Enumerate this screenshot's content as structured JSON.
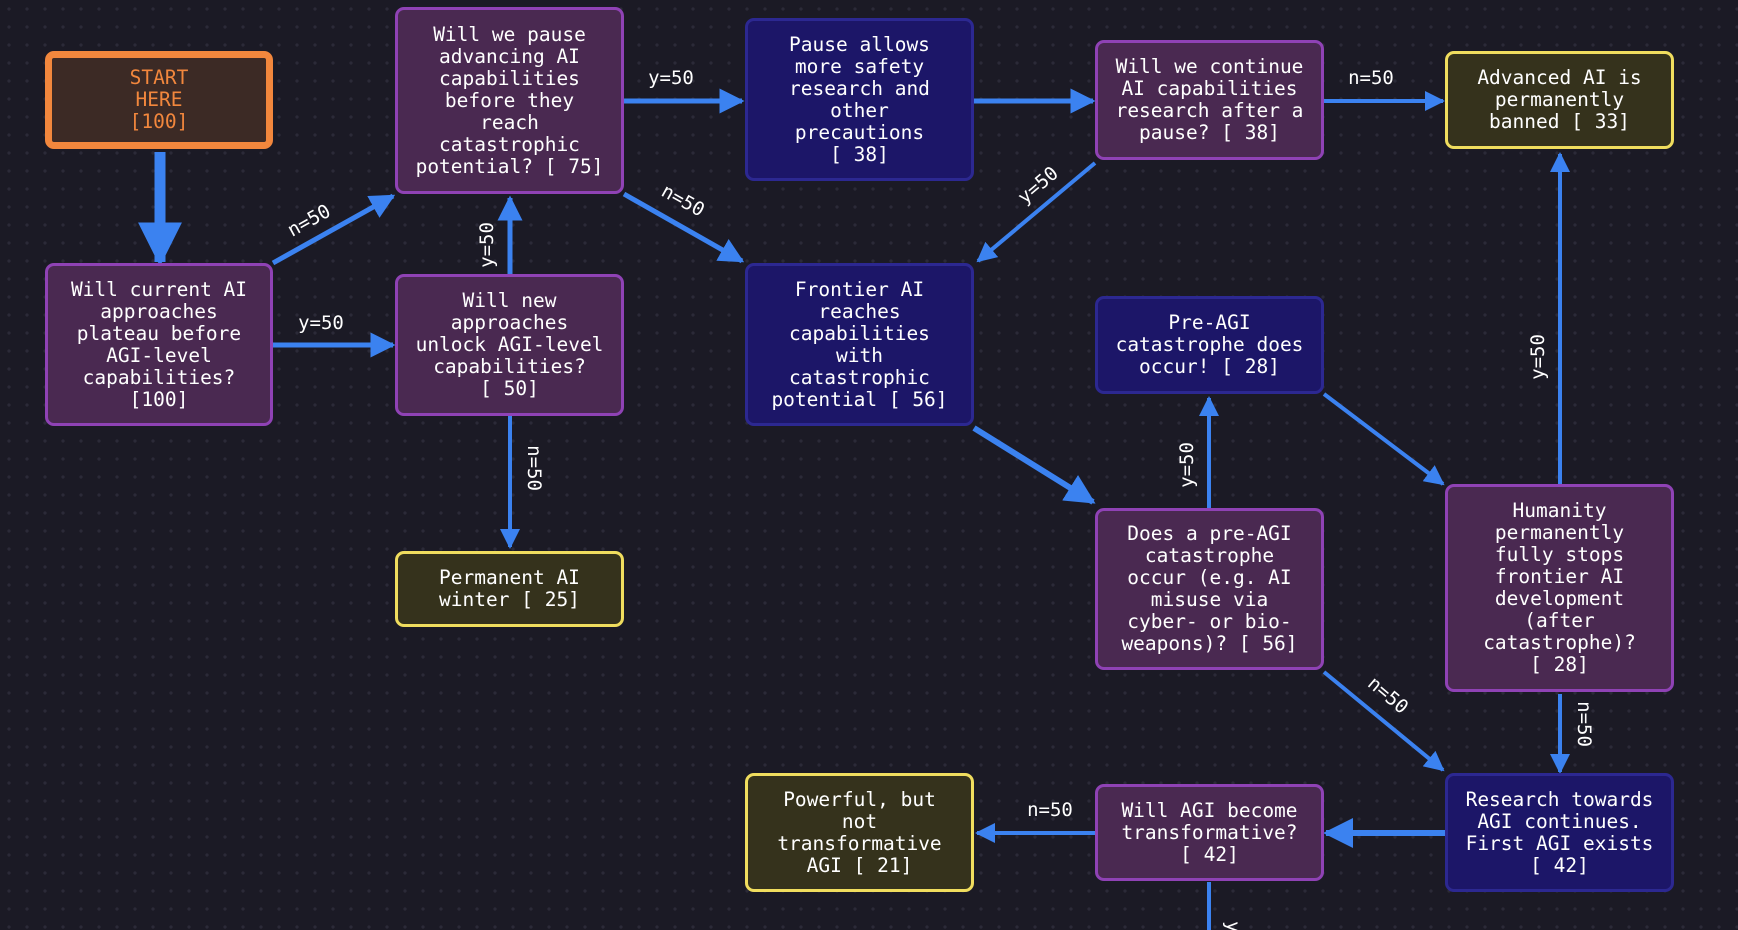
{
  "colors": {
    "background": "#1b1a25",
    "edge": "#3b82f0",
    "question_fill": "#4a2951",
    "question_border": "#8f42b5",
    "state_fill": "#1c1668",
    "state_border": "#2c2891",
    "outcome_fill": "#35321c",
    "outcome_border": "#f0dd5e",
    "start_border": "#f2873d"
  },
  "nodes": {
    "start": "START\nHERE\n[100]",
    "plateau": "Will current AI\napproaches\nplateau before\nAGI-level\ncapabilities?\n[100]",
    "pause": "Will we pause\nadvancing AI\ncapabilities\nbefore they\nreach\ncatastrophic\npotential? [ 75]",
    "new_approaches": "Will new\napproaches\nunlock AGI-level\ncapabilities?\n[ 50]",
    "ai_winter": "Permanent AI\nwinter [ 25]",
    "pause_allows": "Pause allows\nmore safety\nresearch and\nother\nprecautions\n[ 38]",
    "frontier": "Frontier AI\nreaches\ncapabilities\nwith\ncatastrophic\npotential [ 56]",
    "continue_research": "Will we continue\nAI capabilities\nresearch after a\npause? [ 38]",
    "banned": "Advanced AI is\npermanently\nbanned [ 33]",
    "catastrophe_occurs": "Pre-AGI\ncatastrophe does\noccur! [ 28]",
    "catastrophe_question": "Does a pre-AGI\ncatastrophe\noccur (e.g. AI\nmisuse via\ncyber- or bio-\nweapons)? [ 56]",
    "humanity_stops": "Humanity\npermanently\nfully stops\nfrontier AI\ndevelopment\n(after\ncatastrophe)?\n[ 28]",
    "research_continues": "Research towards\nAGI continues.\nFirst AGI exists\n[ 42]",
    "transformative": "Will AGI become\ntransformative?\n[ 42]",
    "powerful": "Powerful, but\nnot\ntransformative\nAGI [ 21]"
  },
  "edges": {
    "plateau_to_pause": "n=50",
    "plateau_to_new": "y=50",
    "new_to_pause": "y=50",
    "new_to_winter": "n=50",
    "pause_to_allows": "y=50",
    "pause_to_frontier": "n=50",
    "continue_to_banned": "n=50",
    "continue_to_frontier": "y=50",
    "catq_to_occurs": "y=50",
    "catq_to_research": "n=50",
    "stops_to_banned": "y=50",
    "stops_to_research": "n=50",
    "transformative_to_powerful": "n=50",
    "transformative_down": "y="
  }
}
